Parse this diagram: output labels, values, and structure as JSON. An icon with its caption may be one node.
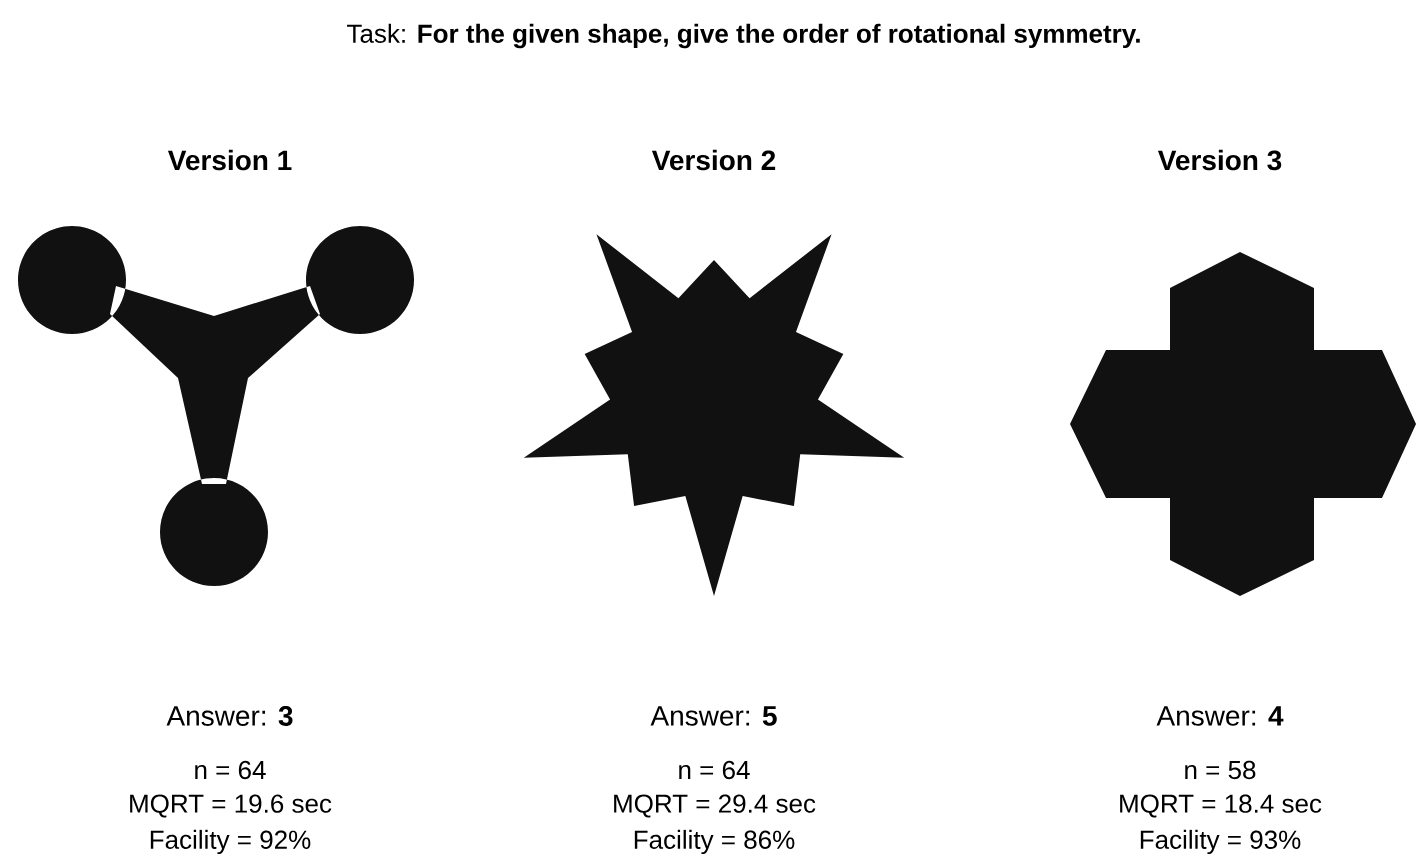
{
  "diagram": {
    "title": "Task: **For the given shape, give the order of rotational symmetry.**",
    "labels": [
      "Version 1",
      "Version 2",
      "Version 3",
      "Answer: **3**",
      "Answer: **5**",
      "Answer: **4**",
      "n = 64",
      "n = 64",
      "n = 58",
      "MQRT = 19.6 sec",
      "MQRT = 29.4 sec",
      "MQRT = 18.4 sec",
      "Facility = 92%",
      "Facility = 86%",
      "Facility = 93%"
    ]
  }
}
